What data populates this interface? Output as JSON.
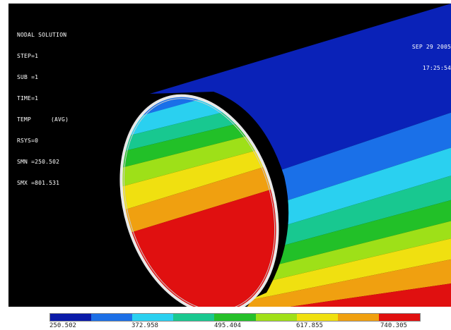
{
  "info": {
    "title": "NODAL SOLUTION",
    "rows": [
      {
        "key": "STEP=1",
        "val": ""
      },
      {
        "key": "SUB =1",
        "val": ""
      },
      {
        "key": "TIME=1",
        "val": ""
      },
      {
        "key": "TEMP",
        "val": "(AVG)"
      },
      {
        "key": "RSYS=0",
        "val": ""
      },
      {
        "key": "SMN =250.502",
        "val": ""
      },
      {
        "key": "SMX =801.531",
        "val": ""
      }
    ]
  },
  "datetime": {
    "date": "SEP 29 2005",
    "time": "17:25:54"
  },
  "legend": {
    "colors": [
      "#0a1aa8",
      "#1c6fe6",
      "#2ad0f0",
      "#19c890",
      "#25c02a",
      "#a0e018",
      "#f0e010",
      "#f0a010",
      "#e01010"
    ],
    "labels": [
      "250.502",
      "372.958",
      "495.404",
      "617.855",
      "740.305"
    ]
  }
}
